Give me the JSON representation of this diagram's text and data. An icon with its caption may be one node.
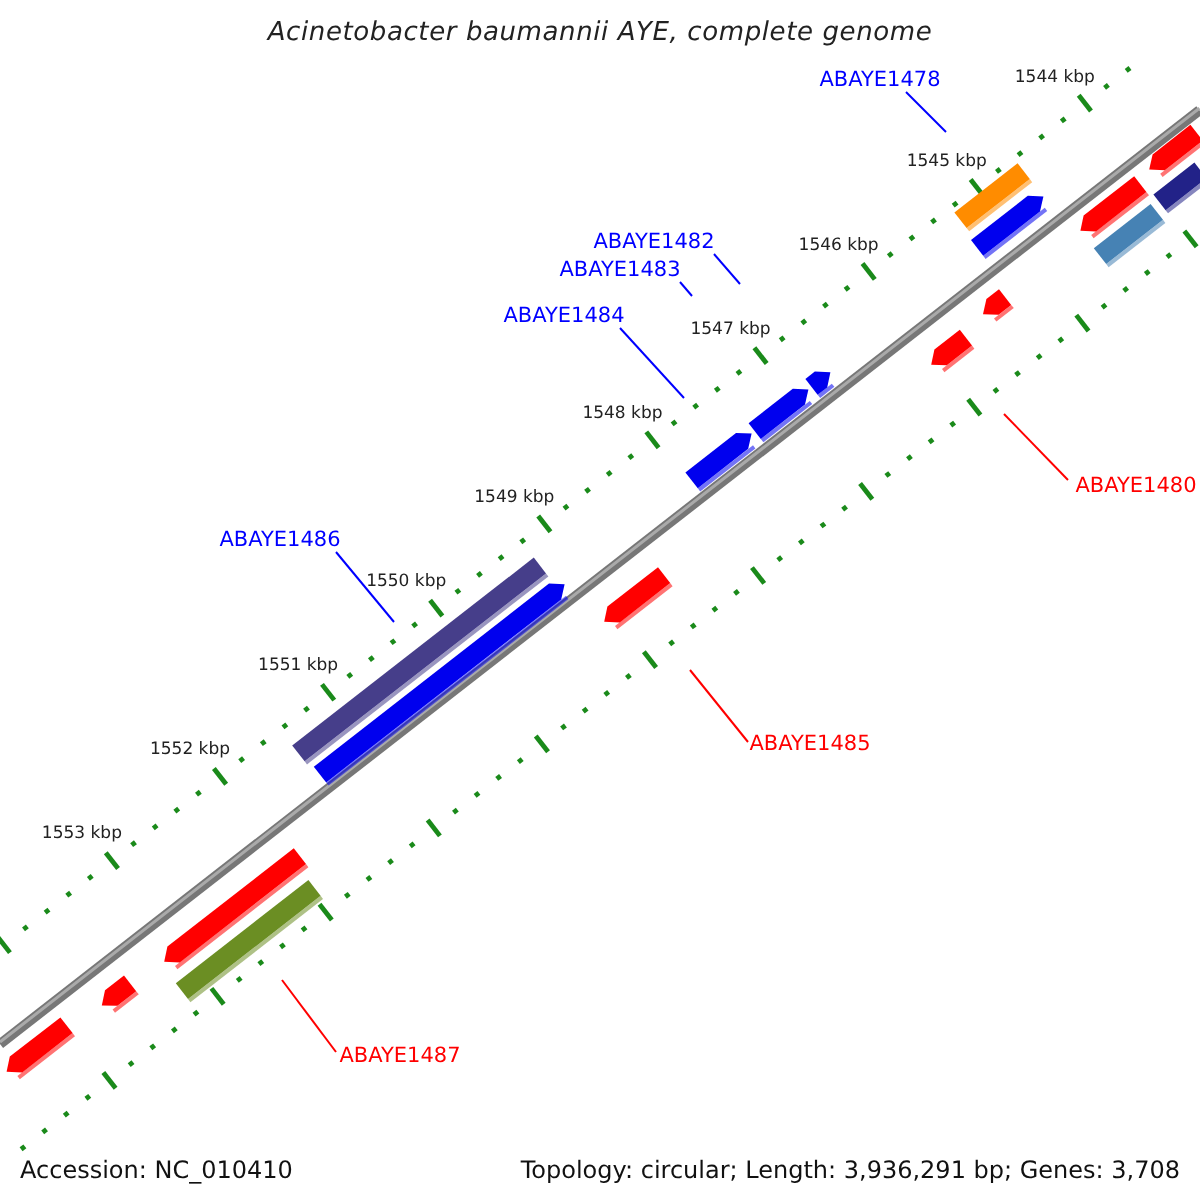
{
  "diagram": {
    "title": "Acinetobacter baumannii AYE, complete genome",
    "nodes": [
      {
        "text": [
          "ABAYE1478"
        ]
      },
      {
        "text": [
          "ABAYE1482"
        ]
      },
      {
        "text": [
          "ABAYE1483"
        ]
      },
      {
        "text": [
          "ABAYE1484"
        ]
      },
      {
        "text": [
          "ABAYE1480"
        ]
      },
      {
        "text": [
          "ABAYE1486"
        ]
      },
      {
        "text": [
          "ABAYE1485"
        ]
      },
      {
        "text": [
          "ABAYE1487"
        ]
      }
    ],
    "edges": [
      {
        "from": 0,
        "to": null,
        "arrow": "none"
      },
      {
        "from": 1,
        "to": null,
        "arrow": "none"
      },
      {
        "from": 2,
        "to": null,
        "arrow": "none"
      },
      {
        "from": 3,
        "to": null,
        "arrow": "none"
      },
      {
        "from": 4,
        "to": null,
        "arrow": "none",
        "color": "#ff0000"
      },
      {
        "from": 5,
        "to": null,
        "arrow": "none"
      },
      {
        "from": 6,
        "to": null,
        "arrow": "none",
        "color": "#ff0000"
      },
      {
        "from": 7,
        "to": null,
        "arrow": "none",
        "color": "#ff0000"
      }
    ],
    "labels": [
      "1544 kbp",
      "1545 kbp",
      "1546 kbp",
      "1547 kbp",
      "1548 kbp",
      "1549 kbp",
      "1550 kbp",
      "1551 kbp",
      "1552 kbp",
      "1553 kbp",
      "Accession: NC_010410",
      "Topology: circular; Length: 3,936,291 bp; Genes: 3,708"
    ]
  }
}
